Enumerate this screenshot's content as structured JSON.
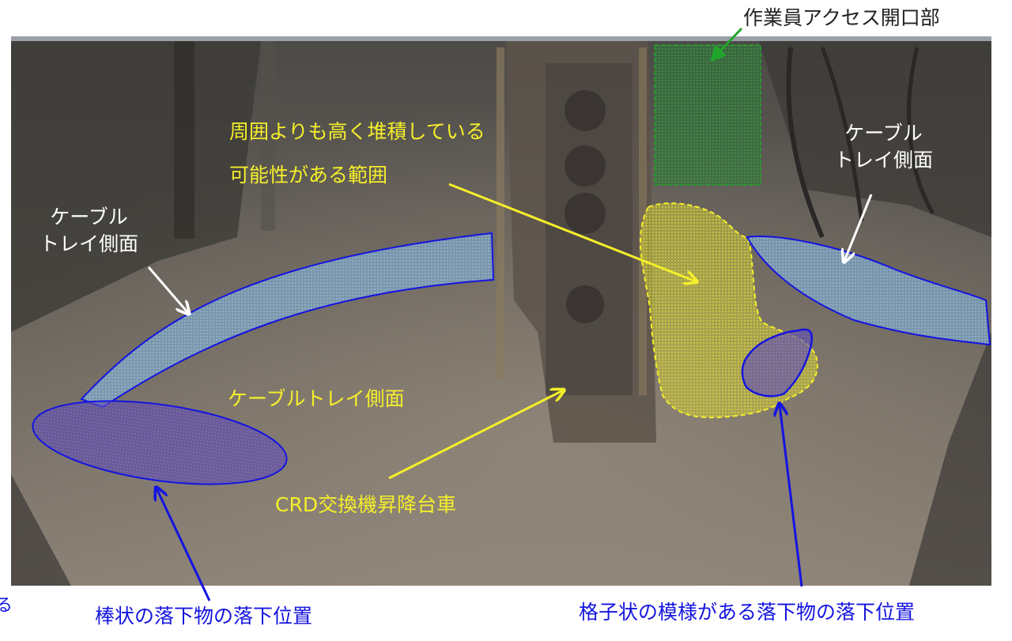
{
  "labels": {
    "worker_access_opening": "作業員アクセス開口部",
    "high_deposit_line1": "周囲よりも高く堆積している",
    "high_deposit_line2": "可能性がある範囲",
    "cable_tray_left_line1": "ケーブル",
    "cable_tray_left_line2": "トレイ側面",
    "cable_tray_right_line1": "ケーブル",
    "cable_tray_right_line2": "トレイ側面",
    "cable_tray_center": "ケーブルトレイ側面",
    "crd_cart": "CRD交換機昇降台車",
    "rod_fall_position": "棒状の落下物の落下位置",
    "grid_fall_position": "格子状の模様がある落下物の落下位置",
    "cut_off_left": "る"
  },
  "colors": {
    "yellow_annotation": "#f5ef2a",
    "blue_annotation": "#1414e0",
    "white_annotation": "#ffffff",
    "green_annotation": "#1fa62a",
    "cable_tray_fill": "#7fb2dc",
    "grid_object_fill": "#6a4fb5"
  }
}
